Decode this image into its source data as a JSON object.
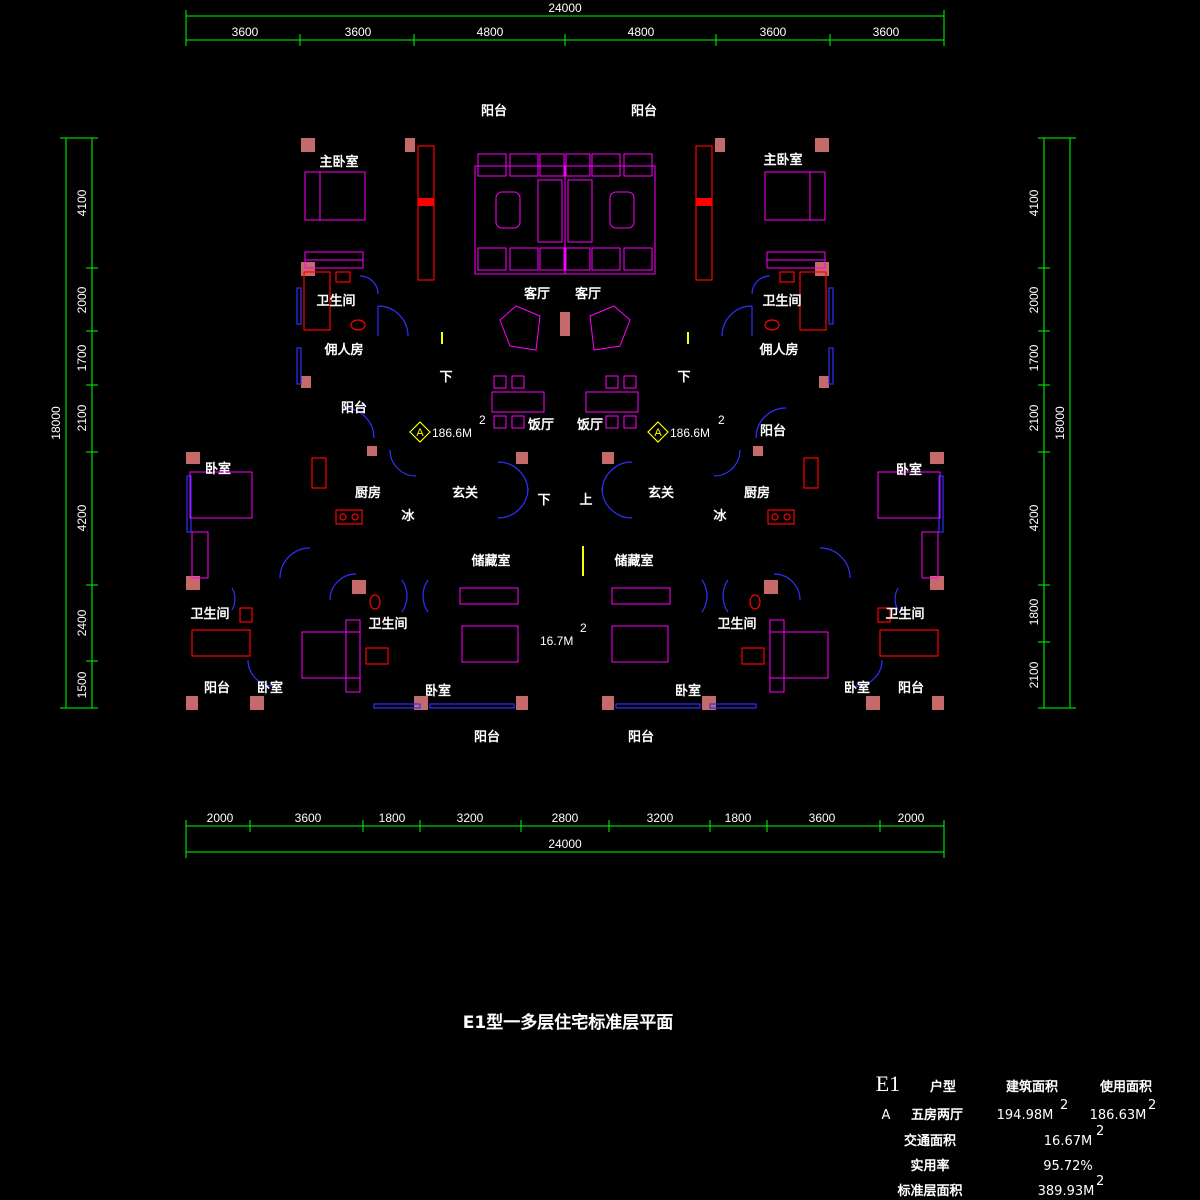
{
  "dims": {
    "top_total": "24000",
    "top": [
      "3600",
      "3600",
      "4800",
      "4800",
      "3600",
      "3600"
    ],
    "bottom": [
      "2000",
      "3600",
      "1800",
      "3200",
      "2800",
      "3200",
      "1800",
      "3600",
      "2000"
    ],
    "bottom_total": "24000",
    "left_total": "18000",
    "left": [
      "4100",
      "2000",
      "1700",
      "2100",
      "4200",
      "2400",
      "1500"
    ],
    "right_total": "18000",
    "right": [
      "4100",
      "2000",
      "1700",
      "2100",
      "4200",
      "1800",
      "2100"
    ]
  },
  "rooms": {
    "balcony": "阳台",
    "master_bedroom": "主卧室",
    "bathroom": "卫生间",
    "servant_room": "佣人房",
    "living_room": "客厅",
    "down": "下",
    "up": "上",
    "dining_room": "饭厅",
    "kitchen": "厨房",
    "foyer": "玄关",
    "fridge": "冰",
    "bedroom": "卧室",
    "storage": "储藏室",
    "unit_tag": "A",
    "unit_area": "186.6M",
    "sup2": "2",
    "core_area": "16.7M"
  },
  "title": "E1型一多层住宅标准层平面",
  "table": {
    "model": "E1",
    "h_type": "户型",
    "h_build": "建筑面积",
    "h_use": "使用面积",
    "row_id": "A",
    "row_type": "五房两厅",
    "row_build": "194.98M",
    "row_use": "186.63M",
    "traffic_label": "交通面积",
    "traffic_val": "16.67M",
    "ratio_label": "实用率",
    "ratio_val": "95.72%",
    "floor_label": "标准层面积",
    "floor_val": "389.93M"
  }
}
